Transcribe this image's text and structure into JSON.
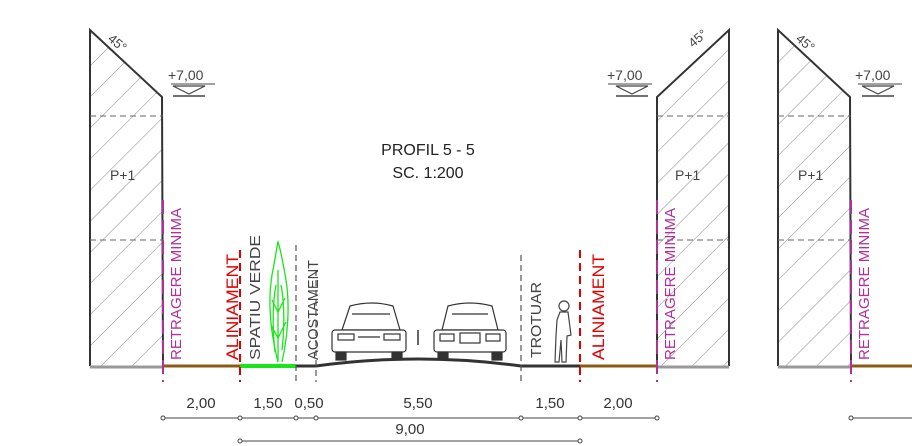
{
  "profile": {
    "title": "PROFIL 5 - 5",
    "scale": "SC. 1:200"
  },
  "building": {
    "floors_label": "P+1",
    "height_label": "+7,00",
    "roof_angle": "45°"
  },
  "vertical_labels": {
    "min_setback": "RETRAGERE MINIMA",
    "alignment": "ALINIAMENT",
    "green_space": "SPATIU VERDE",
    "shoulder": "ACOSTAMENT",
    "sidewalk": "TROTUAR"
  },
  "dimensions": {
    "segments": [
      "2,00",
      "1,50",
      "0,50",
      "5,50",
      "1,50",
      "2,00"
    ],
    "total": "9,00"
  },
  "colors": {
    "ground": "#8b5a14",
    "green": "#19e619",
    "setback_line": "#b0309b",
    "alignment": "#e00000",
    "lines": "#333333",
    "hatch": "#777777"
  }
}
